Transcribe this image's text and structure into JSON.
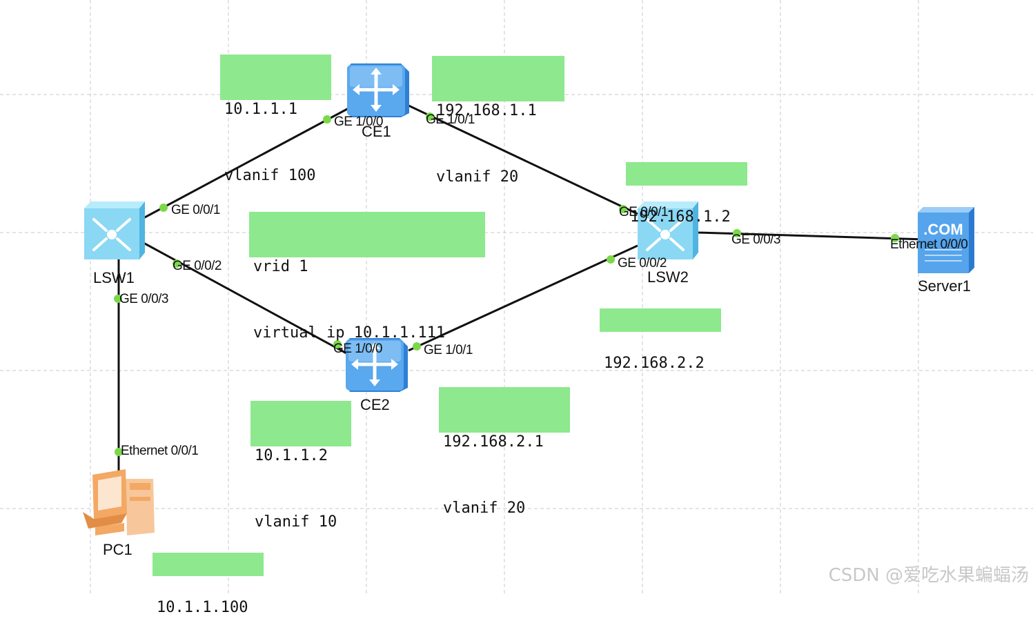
{
  "devices": {
    "ce1": {
      "name": "CE1"
    },
    "ce2": {
      "name": "CE2"
    },
    "lsw1": {
      "name": "LSW1"
    },
    "lsw2": {
      "name": "LSW2"
    },
    "server1": {
      "name": "Server1",
      "icon_text": ".COM"
    },
    "pc1": {
      "name": "PC1"
    }
  },
  "ports": {
    "ce1_ge100": "GE 1/0/0",
    "ce1_ge101": "GE 1/0/1",
    "ce2_ge100": "GE 1/0/0",
    "ce2_ge101": "GE 1/0/1",
    "lsw1_ge001": "GE 0/0/1",
    "lsw1_ge002": "GE 0/0/2",
    "lsw1_ge003": "GE 0/0/3",
    "lsw2_ge001": "GE 0/0/1",
    "lsw2_ge002": "GE 0/0/2",
    "lsw2_ge003": "GE 0/0/3",
    "server_eth": "Ethernet 0/0/0",
    "pc_eth": "Ethernet 0/0/1"
  },
  "labels": {
    "ce1_left": {
      "line1": "10.1.1.1",
      "line2": "vlanif 100"
    },
    "ce1_right": {
      "line1": "192.168.1.1",
      "line2": "vlanif 20"
    },
    "lsw2_top": {
      "line1": "192.168.1.2"
    },
    "vrrp": {
      "line1": "vrid 1",
      "line2": "virtual ip 10.1.1.111"
    },
    "lsw2_bottom": {
      "line1": "192.168.2.2"
    },
    "ce2_left": {
      "line1": "10.1.1.2",
      "line2": "vlanif 10"
    },
    "ce2_right": {
      "line1": "192.168.2.1",
      "line2": "vlanif 20"
    },
    "pc1": {
      "line1": "10.1.1.100"
    }
  },
  "watermark": "CSDN @爱吃水果蝙蝠汤",
  "colors": {
    "label_bg": "#8ee88e",
    "port_dot": "#7cd84a",
    "link": "#111111",
    "router_blue": "#4a9be8",
    "switch_cyan": "#7fd4f0",
    "server_blue": "#3f8fe0",
    "pc_orange": "#f3a864",
    "grid": "#c8c8c8"
  }
}
